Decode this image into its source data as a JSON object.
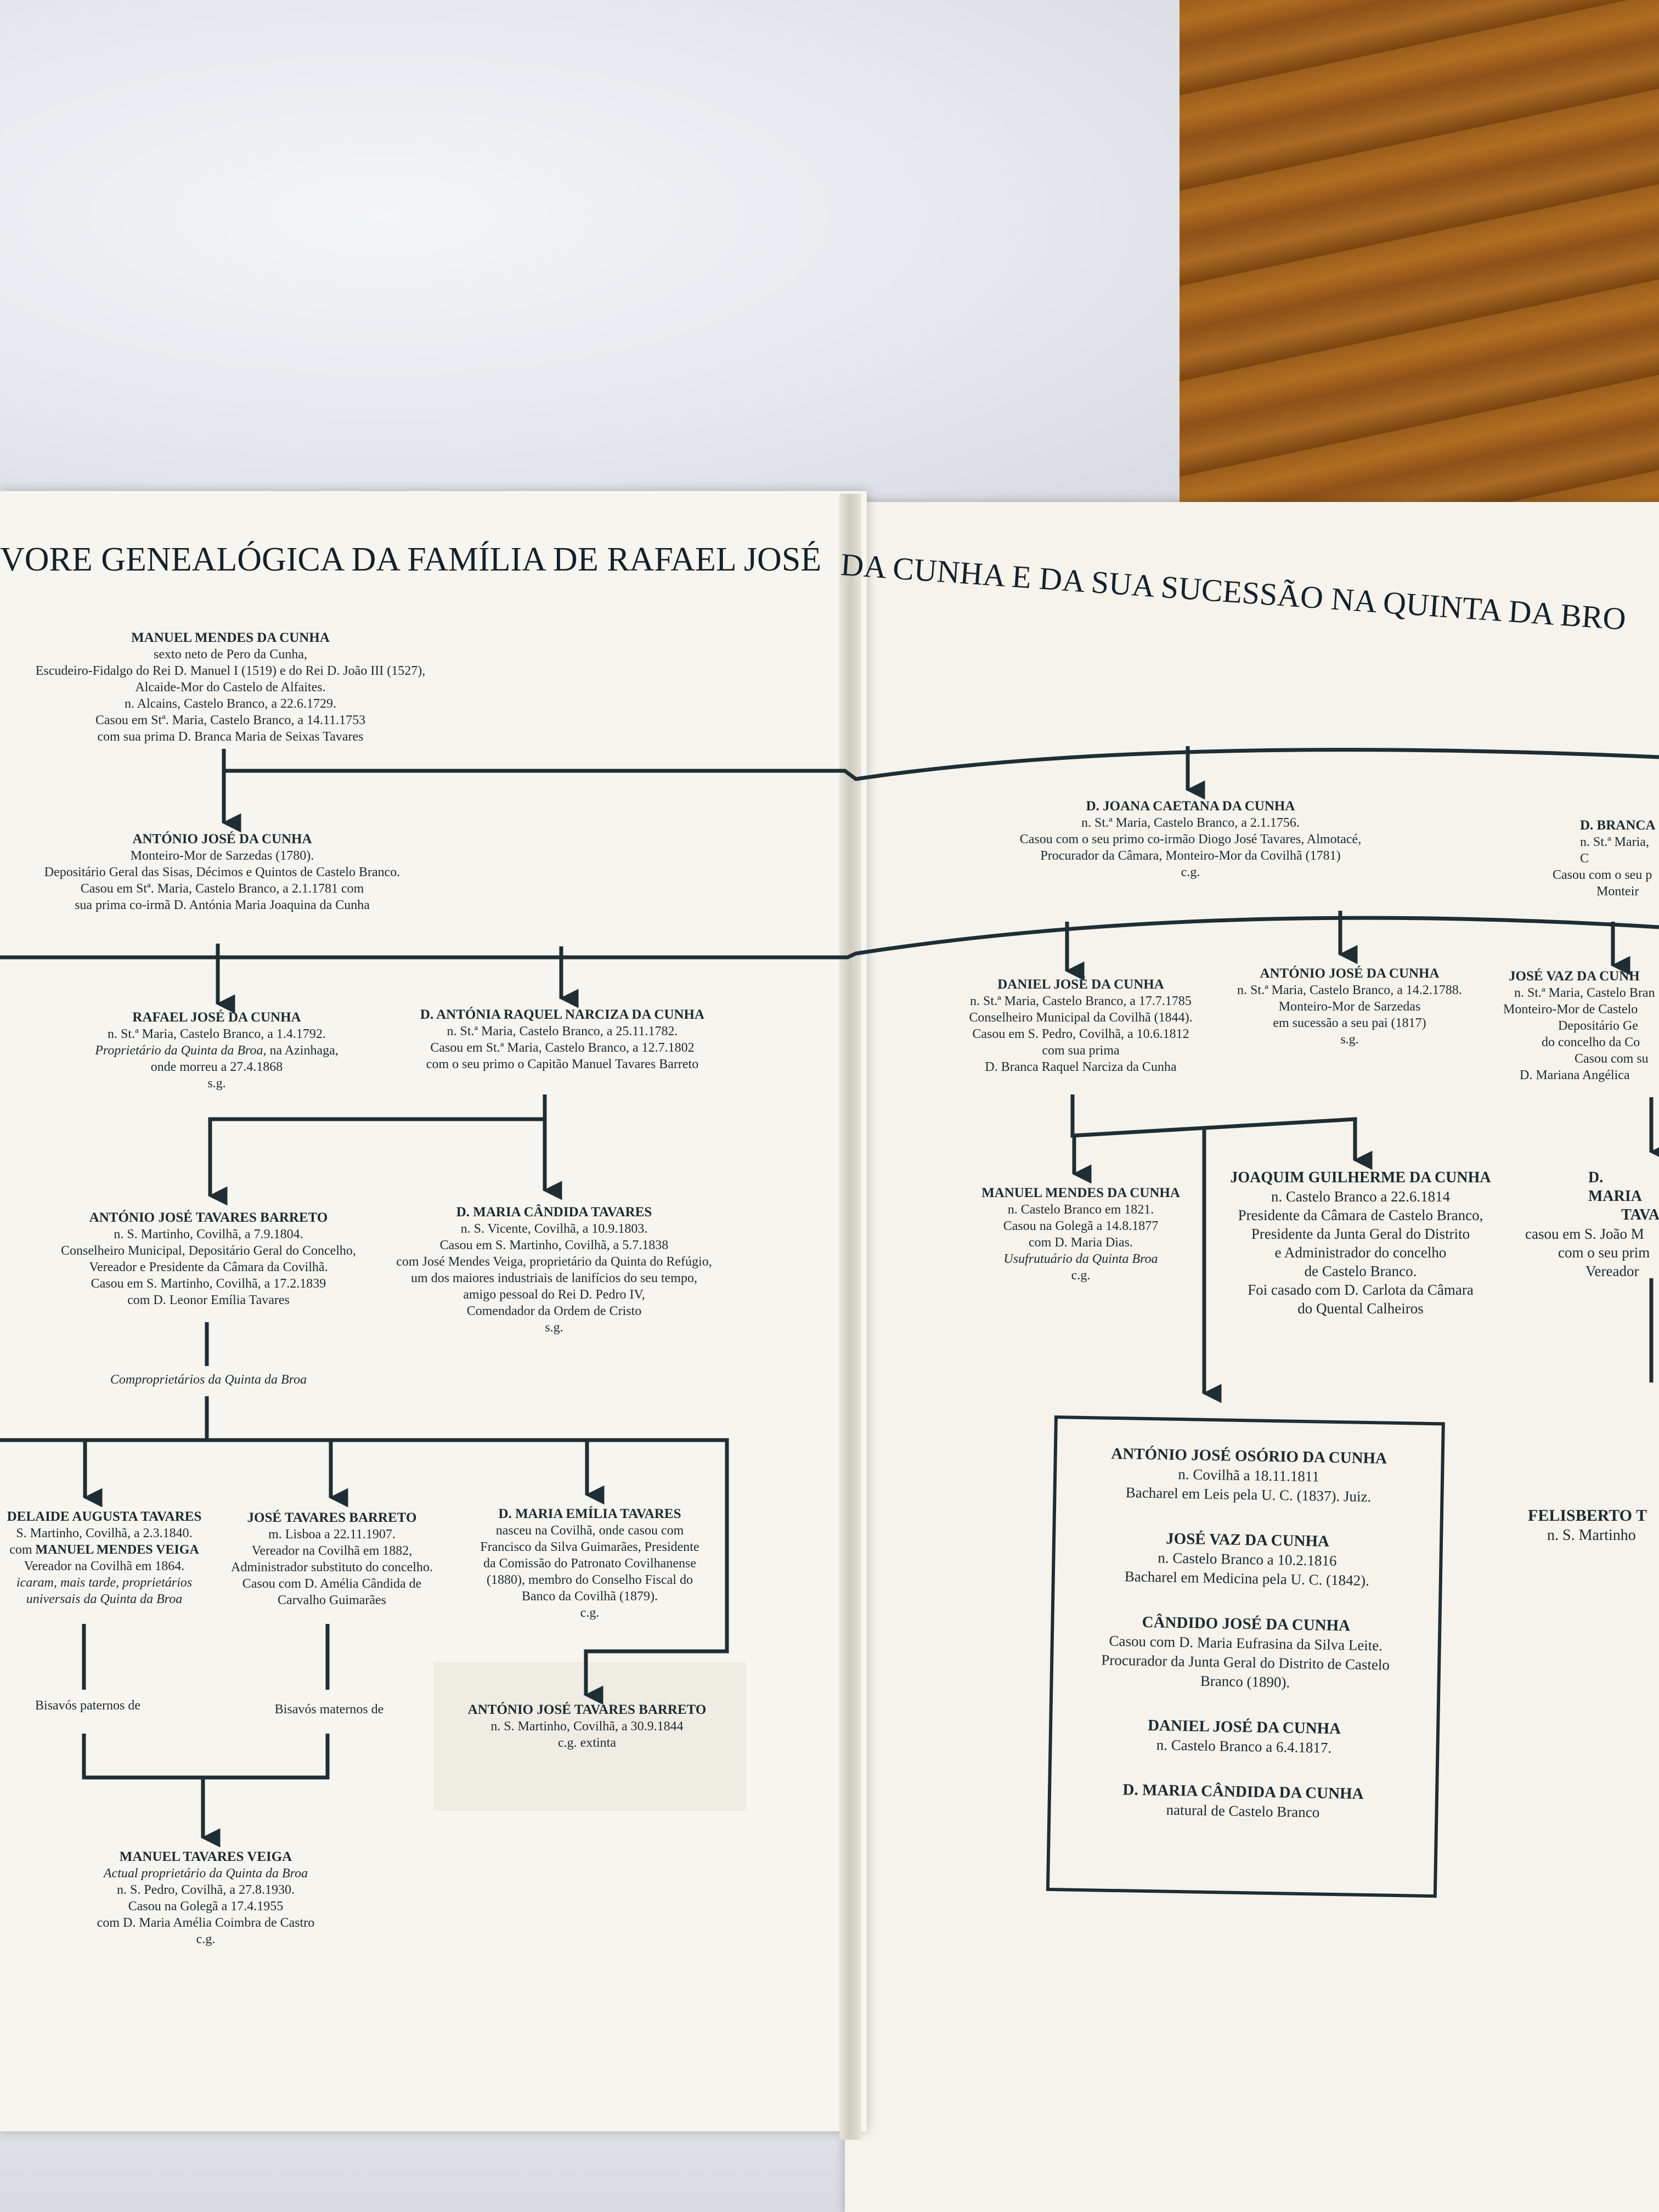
{
  "title_left": "VORE GENEALÓGICA DA FAMÍLIA DE RAFAEL JOSÉ",
  "title_right": "DA CUNHA E DA SUA SUCESSÃO NA QUINTA DA BRO",
  "people": {
    "manuel_mendes": {
      "name": "MANUEL MENDES DA CUNHA",
      "lines": [
        "sexto neto de Pero da Cunha,",
        "Escudeiro-Fidalgo do Rei D. Manuel I (1519) e do Rei D. João III (1527),",
        "Alcaide-Mor do Castelo de Alfaites.",
        "n. Alcains, Castelo Branco, a 22.6.1729.",
        "Casou em Stª. Maria, Castelo Branco, a 14.11.1753",
        "com sua prima D. Branca Maria de Seixas Tavares"
      ]
    },
    "antonio_jose": {
      "name": "ANTÓNIO JOSÉ DA CUNHA",
      "lines": [
        "Monteiro-Mor de Sarzedas (1780).",
        "Depositário Geral das Sisas, Décimos e Quintos de Castelo Branco.",
        "Casou em Stª. Maria, Castelo Branco, a 2.1.1781 com",
        "sua prima co-irmã D. Antónia Maria Joaquina da Cunha"
      ]
    },
    "rafael_jose": {
      "name": "RAFAEL JOSÉ DA CUNHA",
      "l1": "n. St.ª Maria, Castelo Branco, a 1.4.1792.",
      "l2": "Proprietário da Quinta da Broa,",
      "l2b": " na Azinhaga,",
      "l3": "onde morreu a 27.4.1868",
      "l4": "s.g."
    },
    "antonia_raquel": {
      "name": "D. ANTÓNIA RAQUEL NARCIZA DA CUNHA",
      "lines": [
        "n. St.ª Maria, Castelo Branco, a 25.11.1782.",
        "Casou em St.ª Maria, Castelo Branco, a 12.7.1802",
        "com o seu primo o Capitão Manuel Tavares Barreto"
      ]
    },
    "antonio_tavares": {
      "name": "ANTÓNIO JOSÉ TAVARES BARRETO",
      "lines": [
        "n. S. Martinho, Covilhã, a 7.9.1804.",
        "Conselheiro Municipal, Depositário Geral do Concelho,",
        "Vereador e Presidente da Câmara da Covilhã.",
        "Casou em S. Martinho, Covilhã, a 17.2.1839",
        "com D. Leonor Emília Tavares"
      ]
    },
    "maria_candida_tavares": {
      "name": "D. MARIA CÂNDIDA TAVARES",
      "lines": [
        "n. S. Vicente, Covilhã, a 10.9.1803.",
        "Casou em S. Martinho, Covilhã, a 5.7.1838",
        "com José Mendes Veiga, proprietário da Quinta do Refúgio,",
        "um dos maiores industriais de lanifícios do seu tempo,",
        "amigo pessoal do Rei D. Pedro IV,",
        "Comendador da Ordem de Cristo",
        "s.g."
      ]
    },
    "comproprietarios": "Comproprietários da Quinta da Broa",
    "adelaide": {
      "name": "DELAIDE AUGUSTA TAVARES",
      "l1": "S. Martinho, Covilhã, a 2.3.1840.",
      "l2a": "com ",
      "l2b": "MANUEL MENDES VEIGA",
      "l3": "Vereador na Covilhã em 1864.",
      "l4": "icaram, mais tarde, proprietários",
      "l5": "universais da Quinta da Broa"
    },
    "jose_tavares": {
      "name": "JOSÉ TAVARES BARRETO",
      "lines": [
        "m. Lisboa a 22.11.1907.",
        "Vereador na Covilhã em 1882,",
        "Administrador substituto do concelho.",
        "Casou com D. Amélia Cândida de",
        "Carvalho Guimarães"
      ]
    },
    "maria_emilia": {
      "name": "D. MARIA EMÍLIA TAVARES",
      "lines": [
        "nasceu na Covilhã, onde casou com",
        "Francisco da Silva Guimarães, Presidente",
        "da Comissão do Patronato Covilhanense",
        "(1880), membro do Conselho Fiscal do",
        "Banco da Covilhã (1879).",
        "c.g."
      ]
    },
    "bisavos_paternos": "Bisavós paternos de",
    "bisavos_maternos": "Bisavós maternos de",
    "antonio_tavares_barreto2": {
      "name": "ANTÓNIO JOSÉ TAVARES BARRETO",
      "lines": [
        "n. S. Martinho, Covilhã, a 30.9.1844",
        "c.g. extinta"
      ]
    },
    "manuel_tavares_veiga": {
      "name": "MANUEL TAVARES VEIGA",
      "it": "Actual proprietário da Quinta da Broa",
      "lines": [
        "n. S. Pedro, Covilhã, a 27.8.1930.",
        "Casou na Golegã a 17.4.1955",
        "com D. Maria Amélia Coimbra de Castro",
        "c.g."
      ]
    },
    "joana_caetana": {
      "name": "D. JOANA CAETANA DA CUNHA",
      "lines": [
        "n. St.ª Maria, Castelo Branco, a 2.1.1756.",
        "Casou com o seu primo co-irmão Diogo José Tavares, Almotacé,",
        "Procurador da Câmara, Monteiro-Mor da Covilhã (1781)",
        "c.g."
      ]
    },
    "branca_partial": {
      "name": "D. BRANCA",
      "lines": [
        "n. St.ª Maria, C",
        "Casou com o seu p",
        "Monteir"
      ]
    },
    "daniel_jose": {
      "name": "DANIEL JOSÉ DA CUNHA",
      "lines": [
        "n. St.ª Maria, Castelo Branco, a 17.7.1785",
        "Conselheiro Municipal da Covilhã (1844).",
        "Casou em S. Pedro, Covilhã, a 10.6.1812",
        "com sua prima",
        "D. Branca Raquel Narciza da Cunha"
      ]
    },
    "antonio_jose2": {
      "name": "ANTÓNIO JOSÉ DA CUNHA",
      "lines": [
        "n. St.ª Maria, Castelo Branco, a 14.2.1788.",
        "Monteiro-Mor de Sarzedas",
        "em sucessão a seu pai (1817)",
        "s.g."
      ]
    },
    "jose_vaz_partial": {
      "name": "JOSÉ VAZ DA CUNH",
      "lines": [
        "n. St.ª Maria, Castelo Bran",
        "Monteiro-Mor de Castelo",
        "Depositário Ge",
        "do concelho da Co",
        "Casou com su",
        "D. Mariana Angélica"
      ]
    },
    "manuel_mendes2": {
      "name": "MANUEL MENDES DA CUNHA",
      "lines": [
        "n. Castelo Branco em 1821.",
        "Casou na Golegã a 14.8.1877",
        "com D. Maria Dias."
      ],
      "it": "Usufrutuário da Quinta Broa",
      "tail": "c.g."
    },
    "joaquim_guilherme": {
      "name": "JOAQUIM GUILHERME DA CUNHA",
      "lines": [
        "n. Castelo Branco a 22.6.1814",
        "Presidente da Câmara de Castelo Branco,",
        "Presidente da Junta Geral do Distrito",
        "e Administrador do concelho",
        "de Castelo Branco.",
        "Foi casado com D. Carlota da Câmara",
        "do Quental Calheiros"
      ]
    },
    "maria_partial": {
      "name": "D. MARIA",
      "name2": "TAVAR",
      "lines": [
        "casou em S. João M",
        "com o seu prim",
        "Vereador"
      ]
    },
    "box": [
      {
        "name": "ANTÓNIO JOSÉ OSÓRIO DA CUNHA",
        "lines": [
          "n. Covilhã a 18.11.1811",
          "Bacharel em Leis pela U. C. (1837). Juiz."
        ]
      },
      {
        "name": "JOSÉ VAZ DA CUNHA",
        "lines": [
          "n. Castelo Branco a 10.2.1816",
          "Bacharel em Medicina pela U. C. (1842)."
        ]
      },
      {
        "name": "CÂNDIDO JOSÉ DA CUNHA",
        "lines": [
          "Casou com D. Maria Eufrasina da Silva Leite.",
          "Procurador da Junta Geral do Distrito de Castelo",
          "Branco (1890)."
        ]
      },
      {
        "name": "DANIEL JOSÉ DA CUNHA",
        "lines": [
          "n. Castelo Branco a 6.4.1817."
        ]
      },
      {
        "name": "D. MARIA CÂNDIDA DA CUNHA",
        "lines": [
          "natural de Castelo Branco"
        ]
      }
    ],
    "felisberto_partial": {
      "name": "FELISBERTO T",
      "lines": [
        "n. S. Martinho"
      ]
    }
  }
}
